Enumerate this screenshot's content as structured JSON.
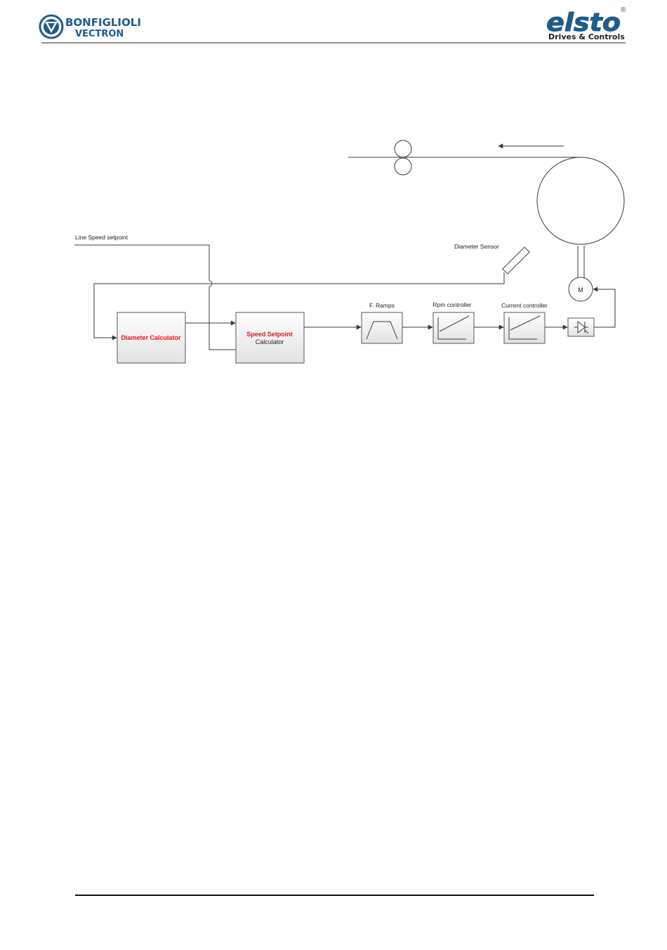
{
  "header": {
    "left_logo": {
      "line1": "BONFIGLIOLI",
      "line2": "VECTRON",
      "color": "#1d5c8c"
    },
    "right_logo": {
      "wordmark": "elsto",
      "registered": "®",
      "tagline": "Drives & Controls",
      "color": "#1d5c8c"
    }
  },
  "diagram": {
    "labels": {
      "line_speed": "Line Speed setpoint",
      "diameter_sensor": "Diameter Sensor",
      "motor": "M",
      "f_ramps": "F. Ramps",
      "rpm_controller": "Rpm controller",
      "current_controller": "Current controller"
    },
    "blocks": {
      "diameter_calculator": "Diameter Calculator",
      "speed_setpoint_line1": "Speed Setpoint",
      "speed_setpoint_line2": "Calculator"
    },
    "colors": {
      "highlight_text": "#e8141c",
      "line": "#3a3a3a",
      "block_fill_top": "#ffffff",
      "block_fill_bottom": "#e6e6e6"
    }
  }
}
